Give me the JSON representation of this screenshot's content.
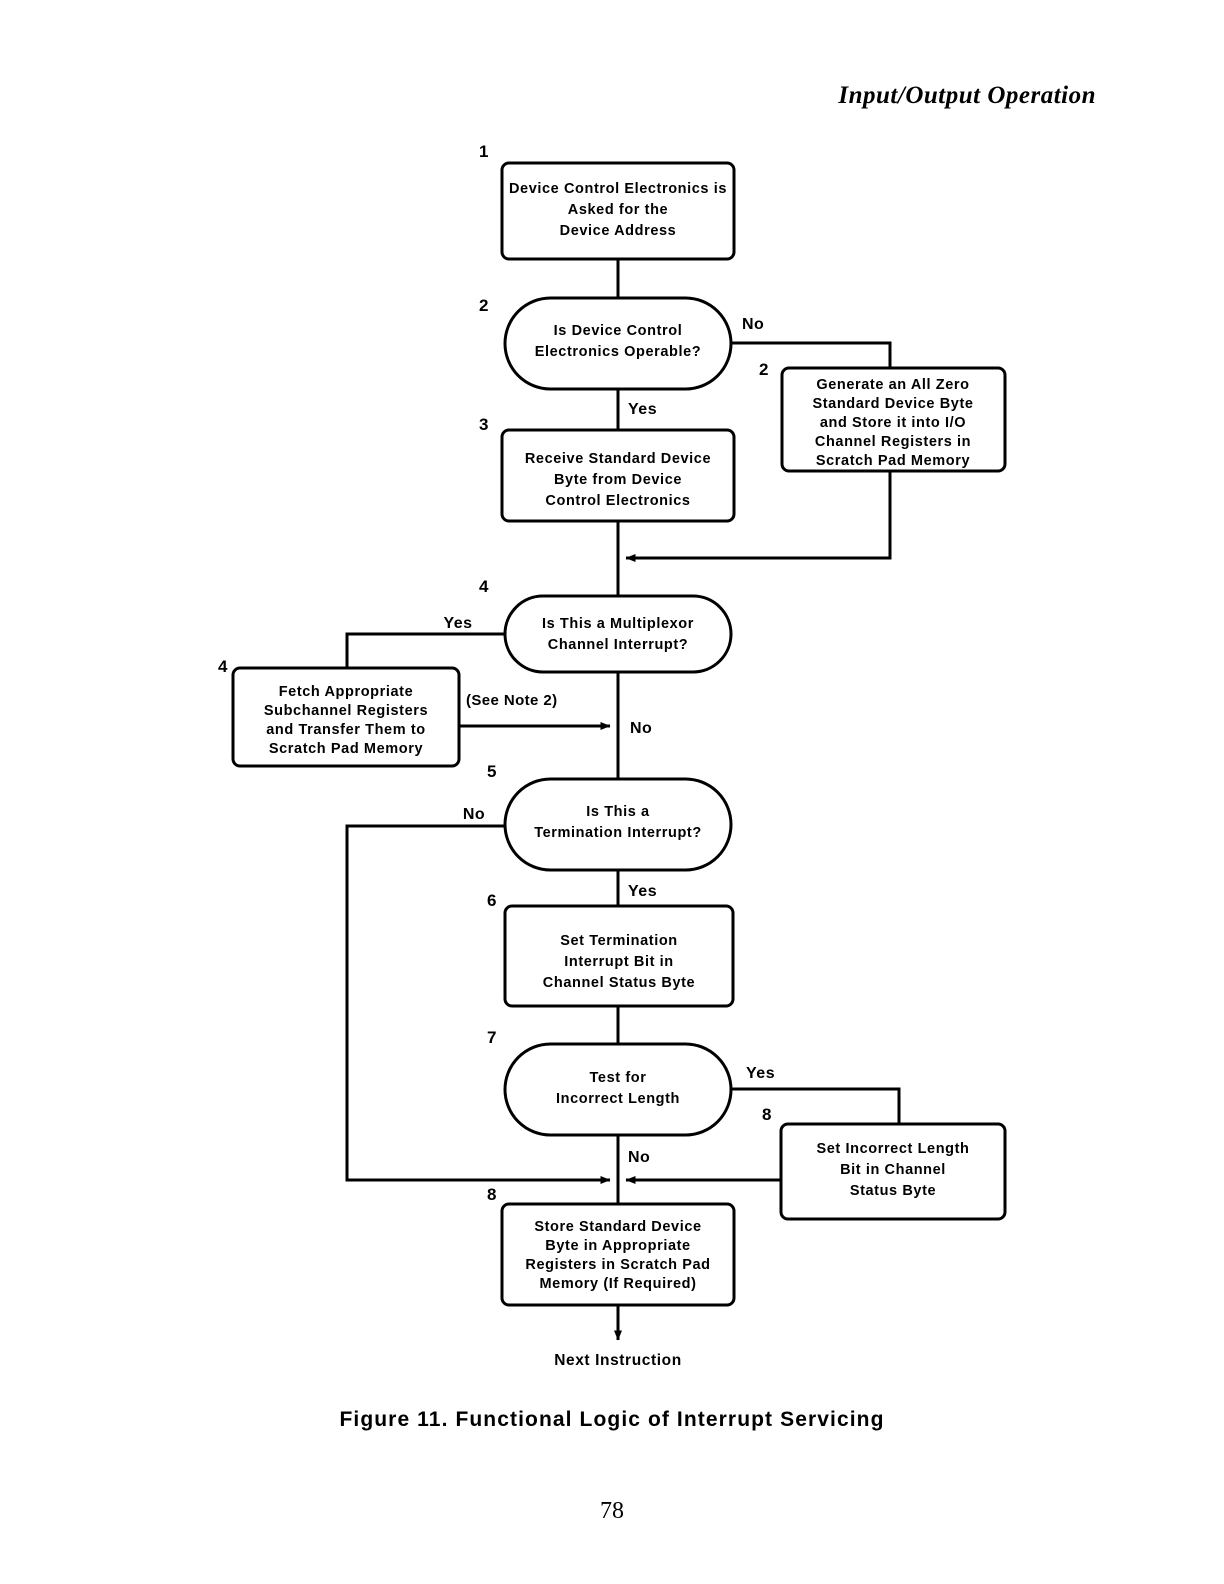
{
  "header": {
    "running_head": "Input/Output Operation"
  },
  "caption": "Figure 11.  Functional  Logic  of  Interrupt  Servicing",
  "page_number": "78",
  "colors": {
    "ink": "#000000",
    "paper": "#ffffff"
  },
  "diagram": {
    "title": "Functional Logic of Interrupt Servicing",
    "terminal_label": "Next Instruction",
    "note_label": "(See Note 2)",
    "nodes": [
      {
        "id": "n1",
        "step": "1",
        "shape": "process",
        "lines": [
          "Device Control Electronics is",
          "Asked for the",
          "Device Address"
        ]
      },
      {
        "id": "n2",
        "step": "2",
        "shape": "decision",
        "lines": [
          "Is Device Control",
          "Electronics Operable?"
        ],
        "branches": [
          "No",
          "Yes"
        ]
      },
      {
        "id": "n2r",
        "step": "2",
        "shape": "process",
        "lines": [
          "Generate an All Zero",
          "Standard Device Byte",
          "and Store it into I/O",
          "Channel Registers in",
          "Scratch Pad Memory"
        ]
      },
      {
        "id": "n3",
        "step": "3",
        "shape": "process",
        "lines": [
          "Receive Standard Device",
          "Byte from Device",
          "Control Electronics"
        ]
      },
      {
        "id": "n4",
        "step": "4",
        "shape": "decision",
        "lines": [
          "Is This a Multiplexor",
          "Channel Interrupt?"
        ],
        "branches": [
          "Yes",
          "No"
        ]
      },
      {
        "id": "n4l",
        "step": "4",
        "shape": "process",
        "lines": [
          "Fetch Appropriate",
          "Subchannel  Registers",
          "and Transfer Them to",
          "Scratch Pad Memory"
        ]
      },
      {
        "id": "n5",
        "step": "5",
        "shape": "decision",
        "lines": [
          "Is This a",
          "Termination Interrupt?"
        ],
        "branches": [
          "No",
          "Yes"
        ]
      },
      {
        "id": "n6",
        "step": "6",
        "shape": "process",
        "lines": [
          "Set Termination",
          "Interrupt Bit in",
          "Channel Status  Byte"
        ]
      },
      {
        "id": "n7",
        "step": "7",
        "shape": "decision",
        "lines": [
          "Test for",
          "Incorrect Length"
        ],
        "branches": [
          "Yes",
          "No"
        ]
      },
      {
        "id": "n8r",
        "step": "8",
        "shape": "process",
        "lines": [
          "Set Incorrect Length",
          "Bit in Channel",
          "Status Byte"
        ]
      },
      {
        "id": "n8",
        "step": "8",
        "shape": "process",
        "lines": [
          "Store Standard Device",
          "Byte in Appropriate",
          "Registers in Scratch Pad",
          "Memory (If   Required)"
        ]
      }
    ]
  }
}
